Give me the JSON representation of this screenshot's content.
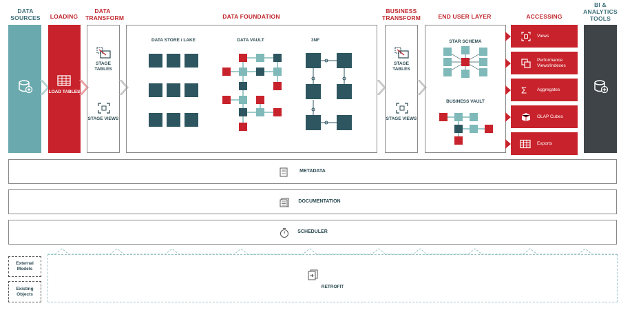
{
  "headers": {
    "data_sources": "DATA SOURCES",
    "loading": "LOADING",
    "data_transform": "DATA TRANSFORM",
    "data_foundation": "DATA FOUNDATION",
    "business_transform": "BUSINESS TRANSFORM",
    "end_user_layer": "END USER LAYER",
    "accessing": "ACCESSING",
    "bi_tools": "BI & ANALYTICS TOOLS"
  },
  "loading": {
    "label": "LOAD TABLES"
  },
  "data_transform": {
    "stage_tables": "STAGE TABLES",
    "stage_views": "STAGE VIEWS"
  },
  "business_transform": {
    "stage_tables": "STAGE TABLES",
    "stage_views": "STAGE VIEWS"
  },
  "foundation": {
    "store": "DATA STORE / LAKE",
    "vault": "DATA VAULT",
    "nf": "3NF"
  },
  "end_user": {
    "star": "STAR SCHEMA",
    "bvault": "BUSINESS VAULT"
  },
  "accessing": {
    "items": [
      "Views",
      "Performance Views/Indexes",
      "Aggregates",
      "OLAP Cubes",
      "Exports"
    ]
  },
  "bars": {
    "metadata": "METADATA",
    "documentation": "DOCUMENTATION",
    "scheduler": "SCHEDULER",
    "retrofit": "RETROFIT"
  },
  "external": {
    "models": "External Models",
    "objects": "Existing Objects"
  },
  "colors": {
    "teal": "#6aa9ad",
    "red": "#c8232c",
    "dark": "#2e5660",
    "light": "#7fb9b9",
    "charcoal": "#3e4447"
  }
}
